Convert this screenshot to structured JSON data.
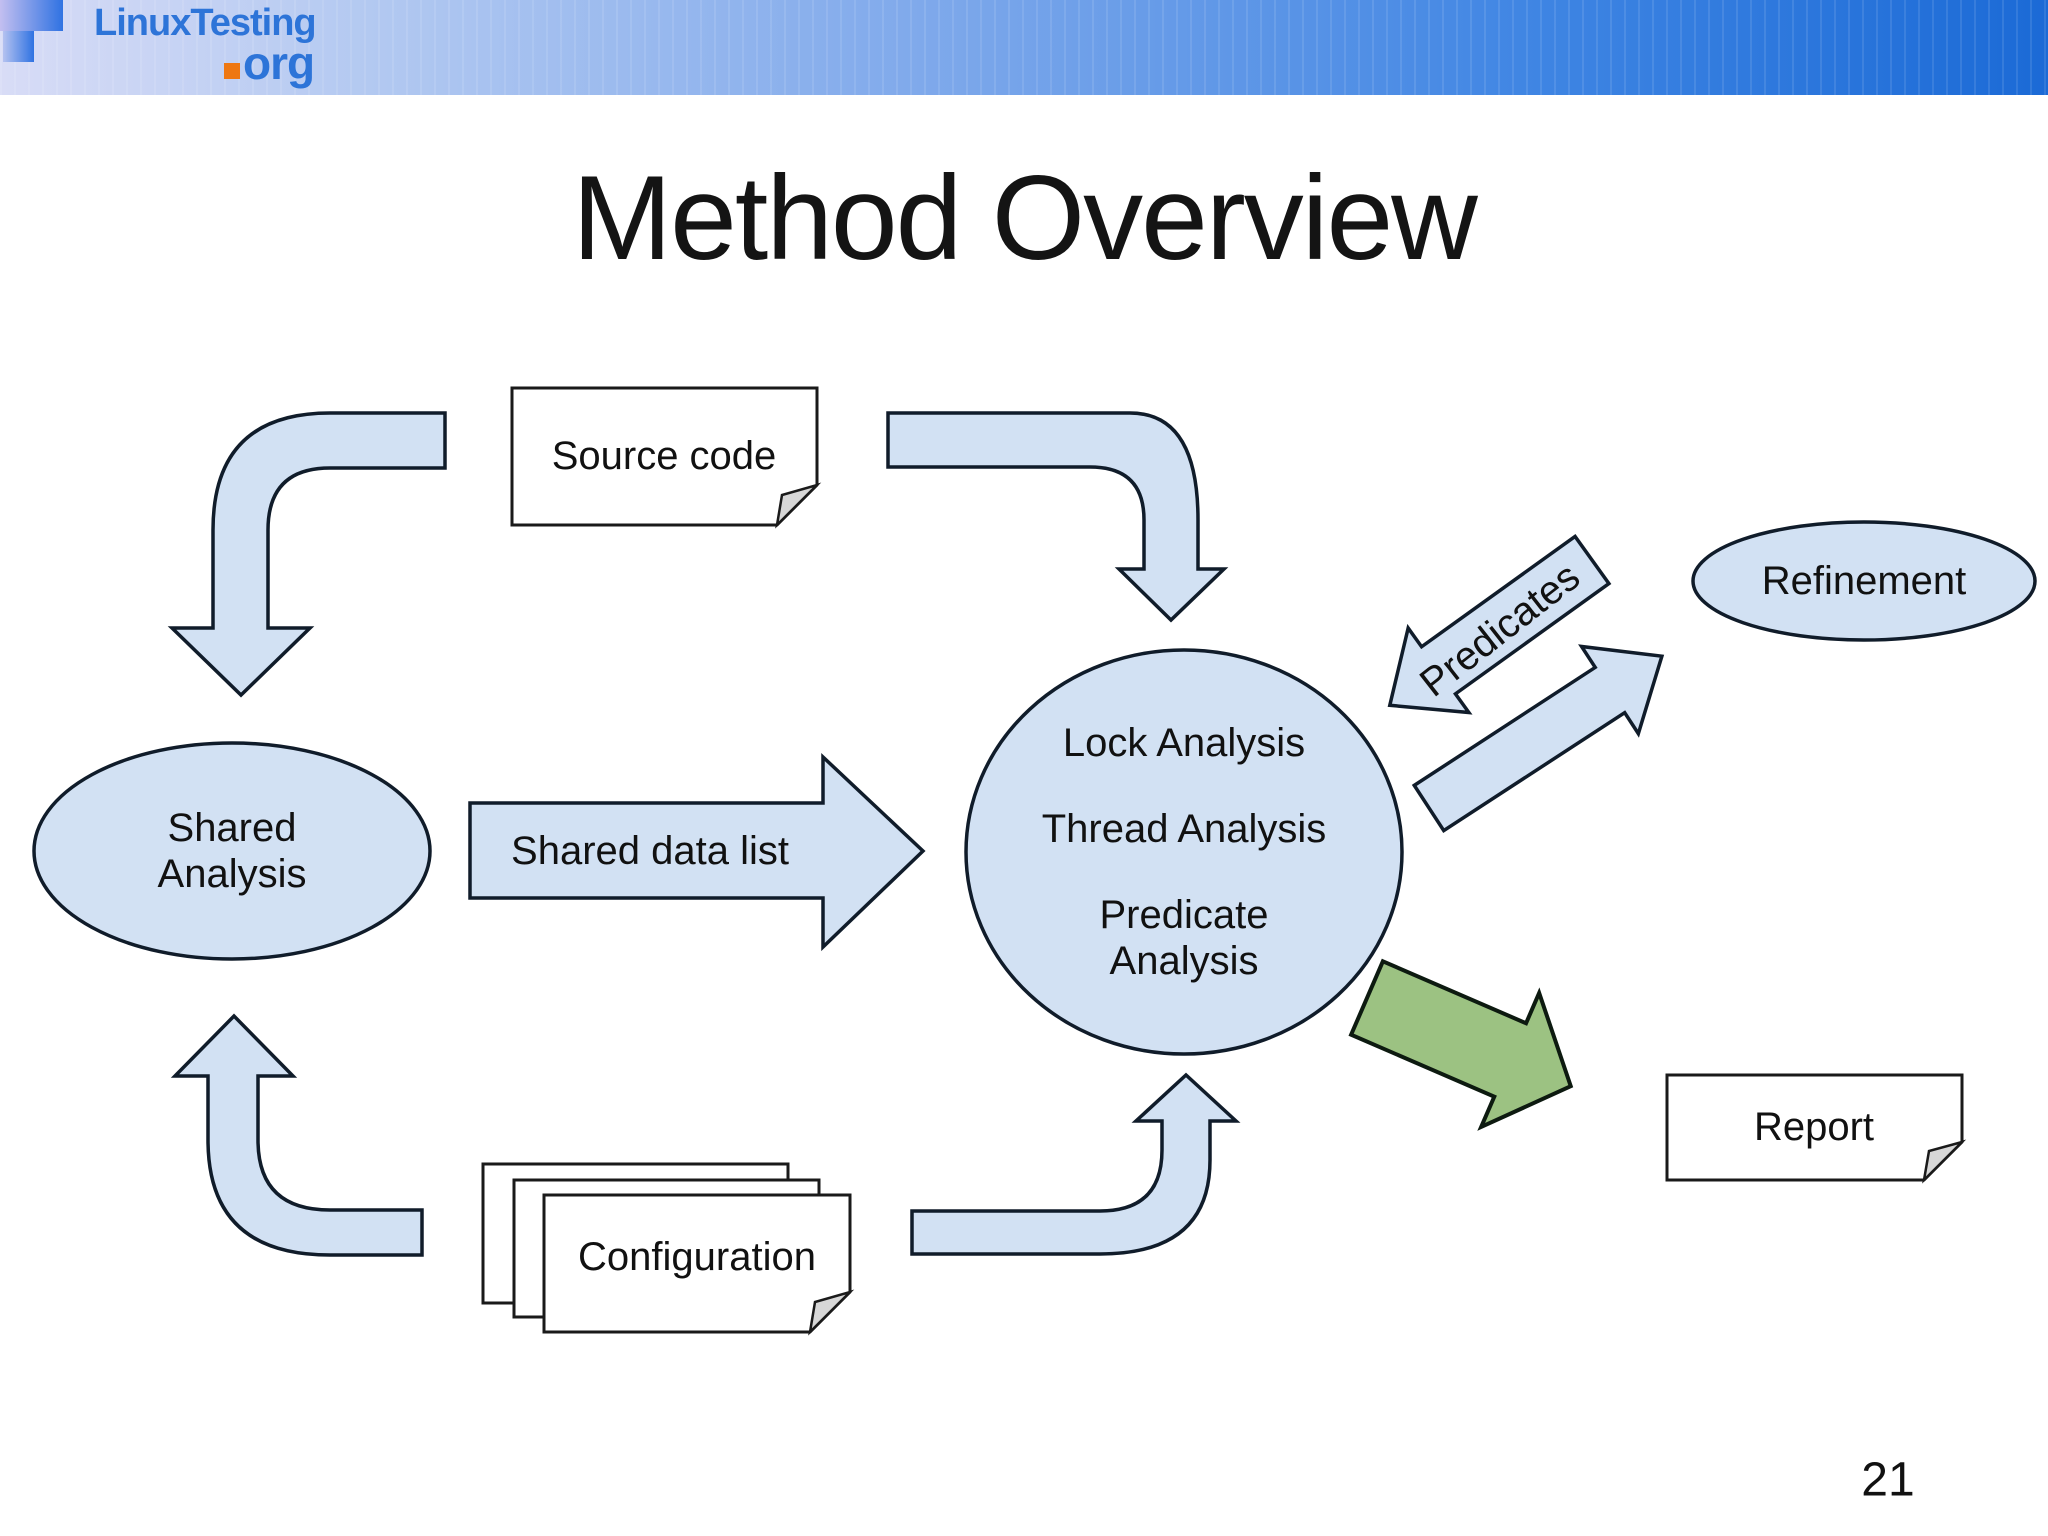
{
  "slide": {
    "title": "Method Overview",
    "page_number": "21"
  },
  "logo": {
    "brand": "LinuxTesting",
    "tld": "org",
    "brand_color": "#2d74d8",
    "dot_color": "#ee7712"
  },
  "diagram": {
    "source_code": {
      "label": "Source code"
    },
    "shared_analysis": {
      "label": "Shared\nAnalysis"
    },
    "shared_data_list": {
      "label": "Shared data list"
    },
    "analysis_circle": {
      "items": [
        "Lock Analysis",
        "Thread Analysis",
        "Predicate\nAnalysis"
      ]
    },
    "predicates_arrow": {
      "label": "Predicates"
    },
    "refinement": {
      "label": "Refinement"
    },
    "configuration": {
      "label": "Configuration"
    },
    "report": {
      "label": "Report"
    }
  },
  "colors": {
    "shape_fill": "#d2e1f3",
    "shape_stroke": "#101c2a",
    "green_arrow_fill": "#9cc282",
    "document_fill": "#ffffff",
    "header_gradient_left": "#d8dcf6",
    "header_gradient_right": "#1b6ad6",
    "background": "#ffffff"
  }
}
